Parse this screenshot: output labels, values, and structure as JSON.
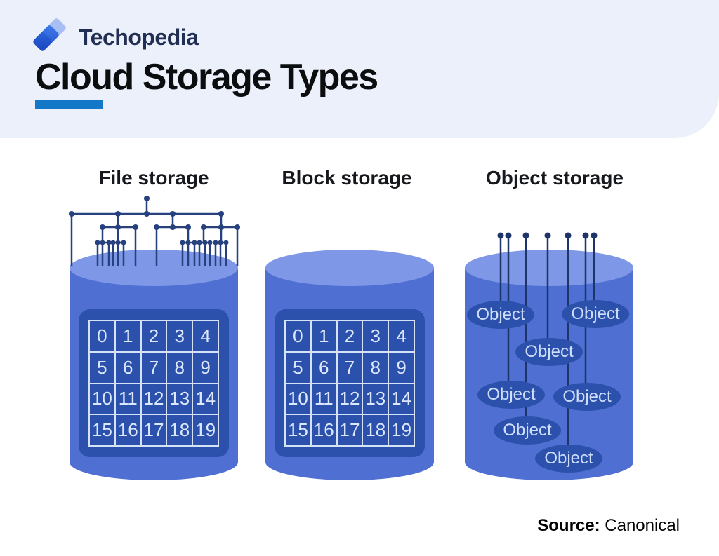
{
  "header": {
    "brand": "Techopedia",
    "title": "Cloud Storage Types"
  },
  "columns": {
    "file": "File storage",
    "block": "Block storage",
    "object": "Object storage"
  },
  "grid": {
    "cells": [
      "0",
      "1",
      "2",
      "3",
      "4",
      "5",
      "6",
      "7",
      "8",
      "9",
      "10",
      "11",
      "12",
      "13",
      "14",
      "15",
      "16",
      "17",
      "18",
      "19"
    ]
  },
  "object_storage": {
    "labels": [
      "Object",
      "Object",
      "Object",
      "Object",
      "Object",
      "Object",
      "Object"
    ]
  },
  "footer": {
    "source_label": "Source:",
    "source_value": "Canonical"
  },
  "colors": {
    "accent_bar": "#1478C8",
    "header_background": "#EBF0FA",
    "cylinder_body": "#4F70D2",
    "cylinder_top": "#7E97E6",
    "panel_dark": "#2C51AC",
    "grid_lines": "#D5E2F8",
    "tree_lines": "#26417E"
  }
}
